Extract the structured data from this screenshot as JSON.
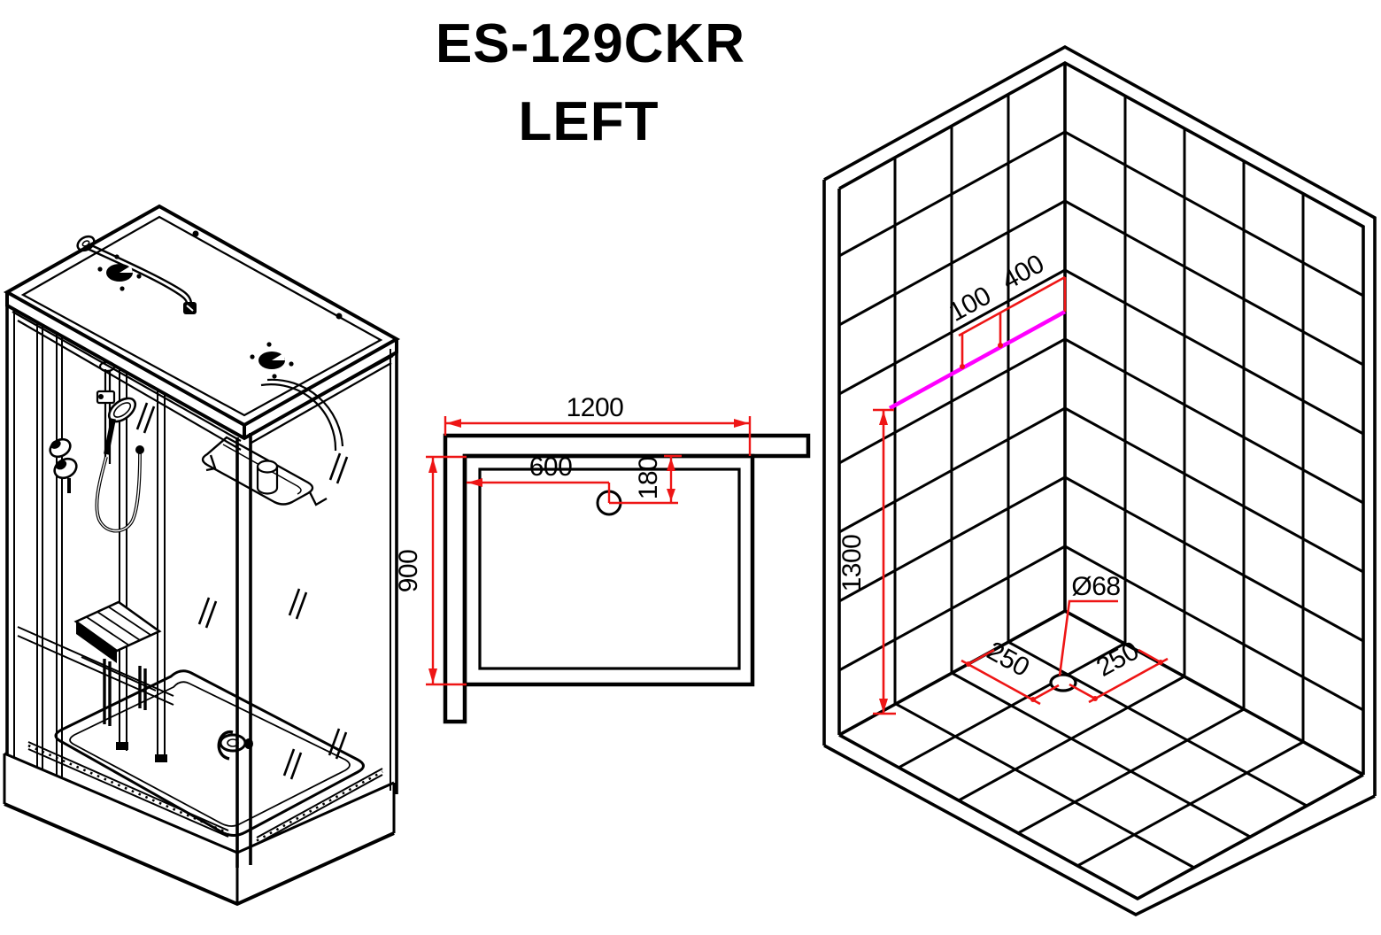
{
  "title": {
    "model": "ES-129CKR",
    "orientation": "LEFT"
  },
  "dimensions": {
    "plan": {
      "overall_width": "1200",
      "overall_depth": "900",
      "drain_from_left": "600",
      "drain_from_back": "180"
    },
    "wall": {
      "grab_bar_spacing": "100",
      "grab_bar_to_corner": "400",
      "grab_bar_height": "1300"
    },
    "floor": {
      "drain_diameter": "Ø68",
      "drain_to_left_wall": "250",
      "drain_to_right_wall": "250"
    }
  },
  "colors": {
    "line": "#000000",
    "dimension": "#ee1515",
    "reference": "#ff00ff",
    "background": "#ffffff"
  }
}
